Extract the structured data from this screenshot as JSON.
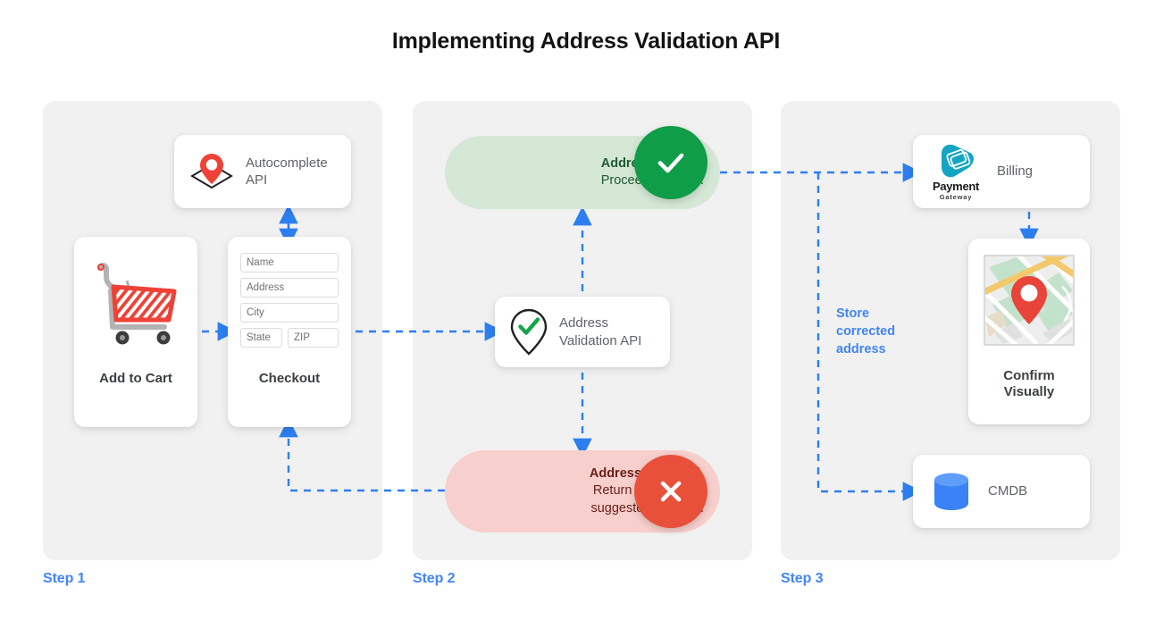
{
  "page": {
    "title": "Implementing Address Validation API",
    "background": "#ffffff",
    "accent_blue": "#4285f4",
    "panel_bg": "#f1f1f1"
  },
  "steps": [
    {
      "label": "Step 1"
    },
    {
      "label": "Step 2"
    },
    {
      "label": "Step 3"
    }
  ],
  "step1": {
    "autocomplete": {
      "label_line1": "Autocomplete",
      "label_line2": "API",
      "icon": "map-pin-diamond-icon"
    },
    "cart": {
      "title": "Add to Cart",
      "icon": "shopping-cart-icon"
    },
    "checkout": {
      "title": "Checkout",
      "fields": [
        {
          "name": "name-field",
          "placeholder": "Name"
        },
        {
          "name": "address-field",
          "placeholder": "Address"
        },
        {
          "name": "city-field",
          "placeholder": "City"
        },
        {
          "name": "state-field",
          "placeholder": "State"
        },
        {
          "name": "zip-field",
          "placeholder": "ZIP"
        }
      ]
    }
  },
  "step2": {
    "valid": {
      "line1": "Address is valid.",
      "line2": "Proceed to billing.",
      "badge_icon": "check-icon",
      "bg_color": "#d5e8d6",
      "badge_color": "#0f9d48",
      "text_color": "#1f5c33"
    },
    "validation_api": {
      "label_line1": "Address",
      "label_line2": "Validation API",
      "icon": "pin-check-icon"
    },
    "invalid": {
      "line1": "Address is invalid.",
      "line2": "Return with Google",
      "line3": "suggested address.",
      "badge_icon": "close-icon",
      "bg_color": "#f7cfcc",
      "badge_color": "#e8503a",
      "text_color": "#6b1f1b"
    }
  },
  "step3": {
    "billing": {
      "label": "Billing",
      "logo_name": "Payment",
      "logo_sub": "Gateway",
      "icon": "payment-gateway-logo"
    },
    "confirm": {
      "title_line1": "Confirm",
      "title_line2": "Visually",
      "icon": "map-thumbnail-icon"
    },
    "cmdb": {
      "label": "CMDB",
      "icon": "database-cylinder-icon"
    },
    "store_note": {
      "line1": "Store",
      "line2": "corrected",
      "line3": "address"
    }
  }
}
